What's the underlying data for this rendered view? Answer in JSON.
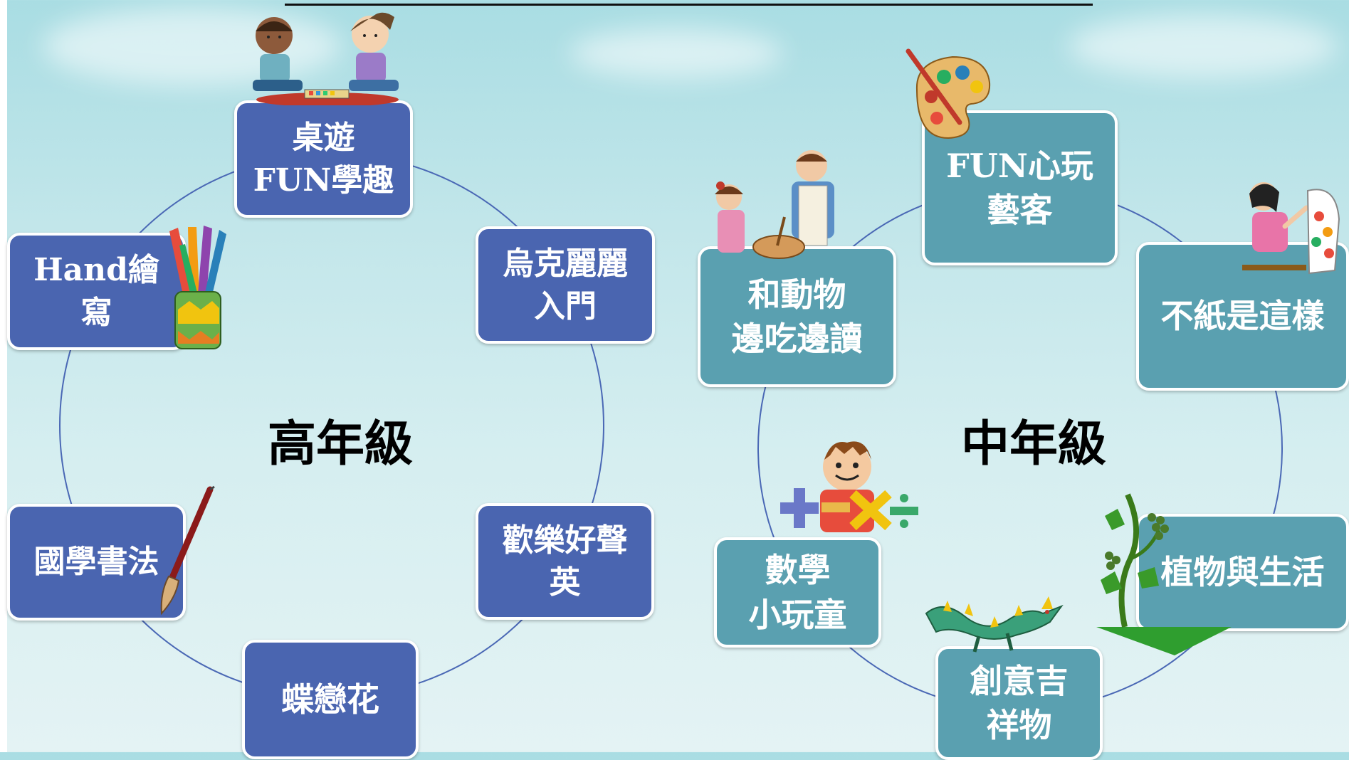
{
  "diagram": {
    "high": {
      "center": "高年級",
      "items": [
        {
          "lines": [
            "桌遊",
            "FUN學趣"
          ]
        },
        {
          "lines": [
            "烏克麗麗",
            "入門"
          ]
        },
        {
          "lines": [
            "歡樂好聲",
            "英"
          ]
        },
        {
          "lines": [
            "蝶戀花"
          ]
        },
        {
          "lines": [
            "國學書法"
          ]
        },
        {
          "lines": [
            "Hand繪",
            "寫"
          ]
        }
      ]
    },
    "middle": {
      "center": "中年級",
      "items": [
        {
          "lines": [
            "FUN心玩",
            "藝客"
          ]
        },
        {
          "lines": [
            "不紙是這樣"
          ]
        },
        {
          "lines": [
            "植物與生活"
          ]
        },
        {
          "lines": [
            "創意吉",
            "祥物"
          ]
        },
        {
          "lines": [
            "數學",
            "小玩童"
          ]
        },
        {
          "lines": [
            "和動物",
            "邊吃邊讀"
          ]
        }
      ]
    }
  },
  "colors": {
    "high_box": "#4a65b0",
    "middle_box": "#5aa0b0",
    "ring_stroke": "#4a68b5"
  },
  "icons": [
    "board-game-kids-icon",
    "pencil-cup-icon",
    "calligraphy-brush-icon",
    "paint-palette-icon",
    "cooking-family-icon",
    "painting-woman-icon",
    "math-boy-icon",
    "grape-vine-icon",
    "dragon-icon"
  ]
}
